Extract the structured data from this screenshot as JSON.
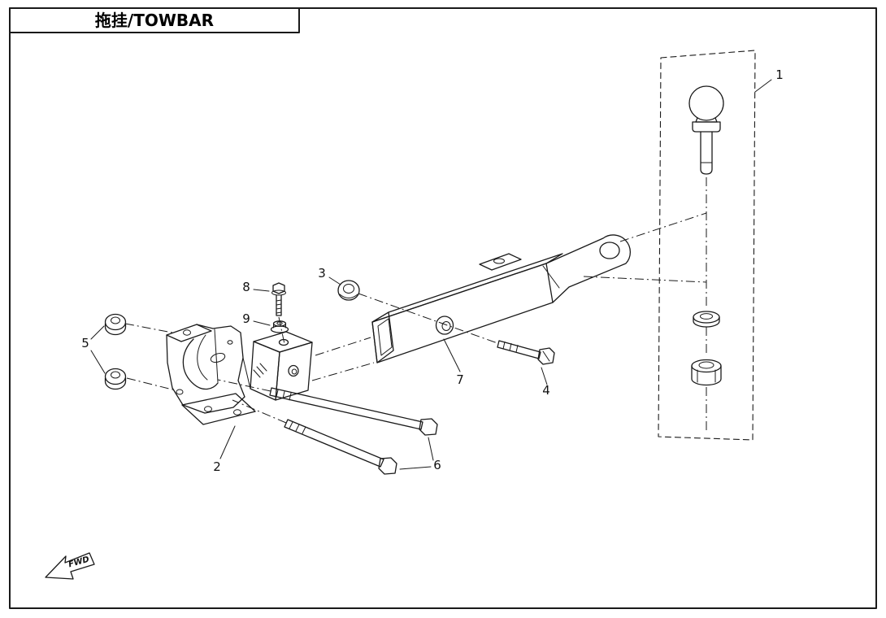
{
  "page": {
    "title": "拖挂/TOWBAR"
  },
  "callouts": [
    {
      "num": "1"
    },
    {
      "num": "2"
    },
    {
      "num": "3"
    },
    {
      "num": "4"
    },
    {
      "num": "5"
    },
    {
      "num": "6"
    },
    {
      "num": "7"
    },
    {
      "num": "8"
    },
    {
      "num": "9"
    }
  ],
  "direction_indicator": {
    "label": "FWD"
  },
  "colors": {
    "line": "#1a1a1a",
    "background": "#ffffff"
  }
}
